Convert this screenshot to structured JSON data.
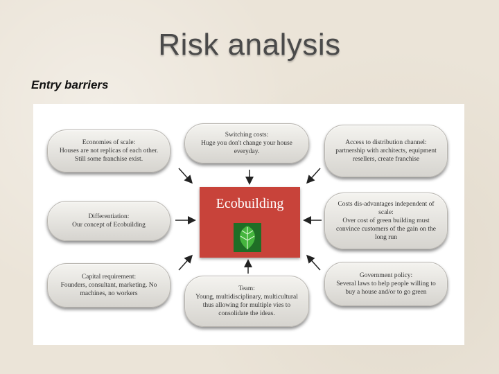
{
  "slide": {
    "title": "Risk analysis",
    "subtitle": "Entry barriers"
  },
  "diagram": {
    "center": "Ecobuilding",
    "bubbles": [
      {
        "id": "economies",
        "title": "Economies of scale:",
        "body": "Houses are not replicas of each other. Still some franchise exist."
      },
      {
        "id": "switching",
        "title": "Switching costs:",
        "body": "Huge you don't change your house everyday."
      },
      {
        "id": "distribution",
        "title": "Access to distribution channel:",
        "body": "partnership with architects, equipment resellers, create franchise"
      },
      {
        "id": "differentiation",
        "title": "Differentiation:",
        "body": "Our concept of Ecobuilding"
      },
      {
        "id": "costs",
        "title": "Costs dis-advantages independent of scale:",
        "body": "Over cost of green building must convince customers of the gain on the long run"
      },
      {
        "id": "capital",
        "title": "Capital requirement:",
        "body": "Founders, consultant, marketing. No machines, no workers"
      },
      {
        "id": "team",
        "title": "Team:",
        "body": "Young, multidisciplinary, multicultural thus allowing for multiple vies to consolidate the ideas."
      },
      {
        "id": "government",
        "title": "Government policy:",
        "body": "Several laws to help people willing to buy a house and/or to go green"
      }
    ],
    "colors": {
      "center_fill": "#c8433a",
      "bubble_fill": "#e9e7e2",
      "arrow": "#222222",
      "leaf": "#2f9a2f"
    }
  }
}
